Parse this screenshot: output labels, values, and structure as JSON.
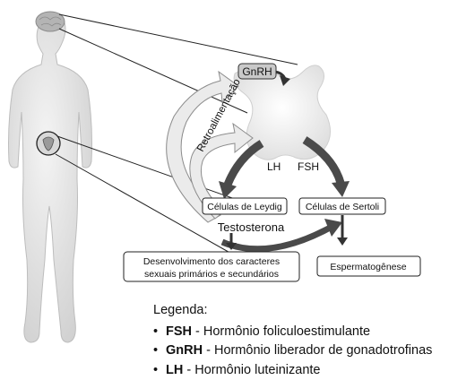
{
  "labels": {
    "gnrh": "GnRH",
    "feedback": "Retroalimentação",
    "lh": "LH",
    "fsh": "FSH",
    "leydig": "Células de Leydig",
    "sertoli": "Células de Sertoli",
    "testosterone": "Testosterona",
    "development_line1": "Desenvolvimento dos caracteres",
    "development_line2": "sexuais primários e secundários",
    "spermatogenesis": "Espermatogênese"
  },
  "legend": {
    "title": "Legenda:",
    "items": [
      {
        "abbr": "FSH",
        "text": " - Hormônio foliculoestimulante"
      },
      {
        "abbr": "GnRH",
        "text": " - Hormônio liberador de gonadotrofinas"
      },
      {
        "abbr": "LH",
        "text": " - Hormônio luteinizante"
      }
    ]
  },
  "colors": {
    "body": "#e4e4e4",
    "gland": "#f2f2f2",
    "arrow_dark": "#4a4a4a",
    "arrow_light": "#e6e6e6",
    "gnrh_box": "#c9c9c9"
  }
}
